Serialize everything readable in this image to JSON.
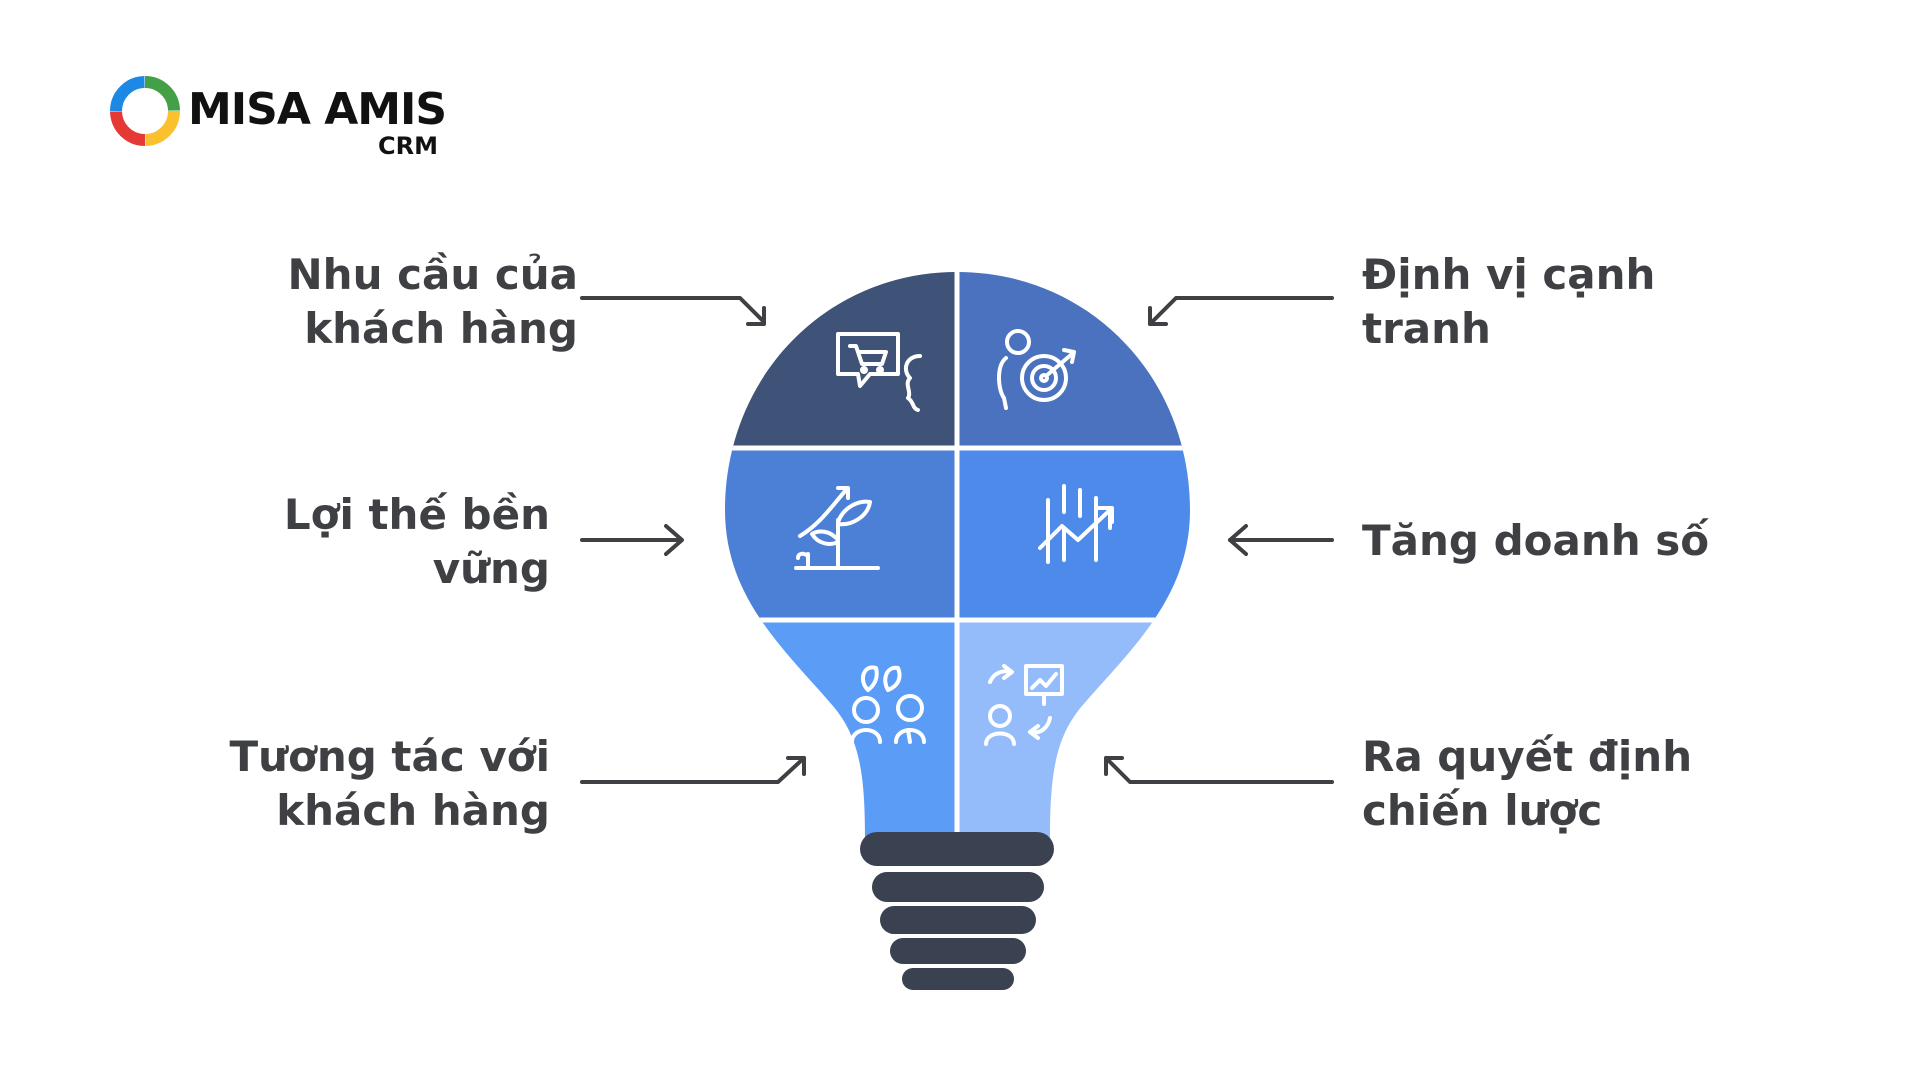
{
  "brand": {
    "name": "MISA AMIS",
    "product": "CRM",
    "logo_colors": [
      "#1e88e5",
      "#43a047",
      "#fbc02d",
      "#e53935"
    ]
  },
  "labels": {
    "customer_needs": [
      "Nhu cầu của",
      "khách hàng"
    ],
    "sustainable_advantage": [
      "Lợi thế bền",
      "vững"
    ],
    "customer_interaction": [
      "Tương tác với",
      "khách hàng"
    ],
    "competitive_positioning": [
      "Định vị cạnh",
      "tranh"
    ],
    "increase_sales": [
      "Tăng doanh số"
    ],
    "strategic_decisions": [
      "Ra quyết định",
      "chiến lược"
    ]
  },
  "icons": {
    "customer_needs": "shopping-chat-icon",
    "competitive_positioning": "person-target-icon",
    "sustainable_advantage": "growing-plant-icon",
    "increase_sales": "growth-chart-icon",
    "customer_interaction": "people-interaction-icon",
    "strategic_decisions": "presentation-decision-icon"
  },
  "colors": {
    "segment_top_left": "#3f5277",
    "segment_top_right": "#4a72bf",
    "segment_mid_left": "#4c80d6",
    "segment_mid_right": "#4d8aea",
    "segment_bottom_left": "#5b9cf7",
    "segment_bottom_right": "#94bcfb",
    "bulb_base": "#3a4150",
    "text": "#3f4044",
    "arrow": "#3f4044"
  }
}
